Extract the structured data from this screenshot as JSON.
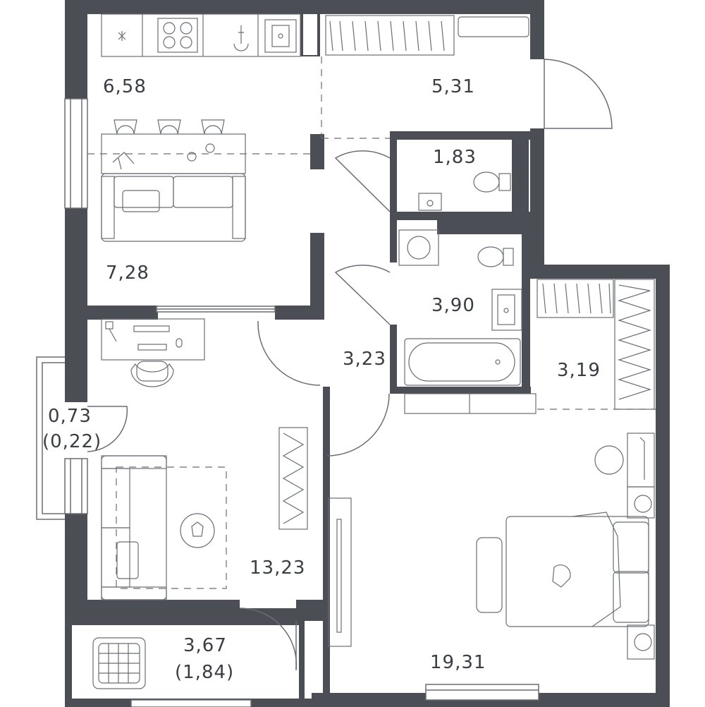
{
  "colors": {
    "wall": "#4b4e55",
    "line": "#6a6d73",
    "text": "#3a3d44",
    "background": "#ffffff"
  },
  "rooms": {
    "kitchen_upper": "6,58",
    "hall_top": "5,31",
    "wc": "1,83",
    "kitchen_lower": "7,28",
    "bathroom": "3,90",
    "corridor": "3,23",
    "wardrobe": "3,19",
    "balcony_left": "0,73",
    "balcony_left_reduced": "(0,22)",
    "living_room": "13,23",
    "bottom_balcony": "3,67",
    "bottom_balcony_reduced": "(1,84)",
    "bedroom": "19,31"
  }
}
